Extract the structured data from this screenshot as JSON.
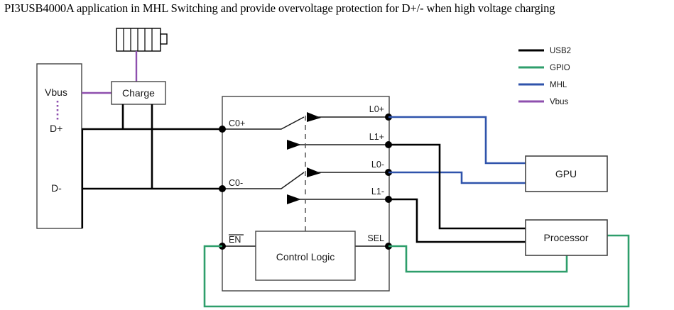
{
  "title": "PI3USB4000A application in MHL Switching and provide overvoltage protection for D+/- when high voltage charging",
  "colors": {
    "usb2": "#000000",
    "gpio": "#2e9e6b",
    "mhl": "#2f53ab",
    "vbus": "#8e4fae",
    "box_stroke": "#444444",
    "wire_black": "#000000",
    "text": "#1a1a1a"
  },
  "legend": {
    "items": [
      {
        "label": "USB2",
        "color": "#000000",
        "key": "usb2"
      },
      {
        "label": "GPIO",
        "color": "#2e9e6b",
        "key": "gpio"
      },
      {
        "label": "MHL",
        "color": "#2f53ab",
        "key": "mhl"
      },
      {
        "label": "Vbus",
        "color": "#8e4fae",
        "key": "vbus"
      }
    ]
  },
  "connector": {
    "pins": [
      {
        "label": "Vbus",
        "net": "vbus"
      },
      {
        "label": "D+",
        "net": "usb2"
      },
      {
        "label": "D-",
        "net": "usb2"
      }
    ]
  },
  "blocks": {
    "charge": "Charge",
    "control_logic": "Control Logic",
    "gpu": "GPU",
    "processor": "Processor"
  },
  "ic": {
    "left_pins": [
      {
        "label": "C0+"
      },
      {
        "label": "C0-"
      },
      {
        "label": "EN",
        "overline": true
      }
    ],
    "right_pins": [
      {
        "label": "L0+",
        "net": "mhl"
      },
      {
        "label": "L1+",
        "net": "usb2"
      },
      {
        "label": "L0-",
        "net": "mhl"
      },
      {
        "label": "L1-",
        "net": "usb2"
      },
      {
        "label": "SEL",
        "net": "gpio"
      }
    ]
  },
  "battery": {
    "segments": 6
  }
}
